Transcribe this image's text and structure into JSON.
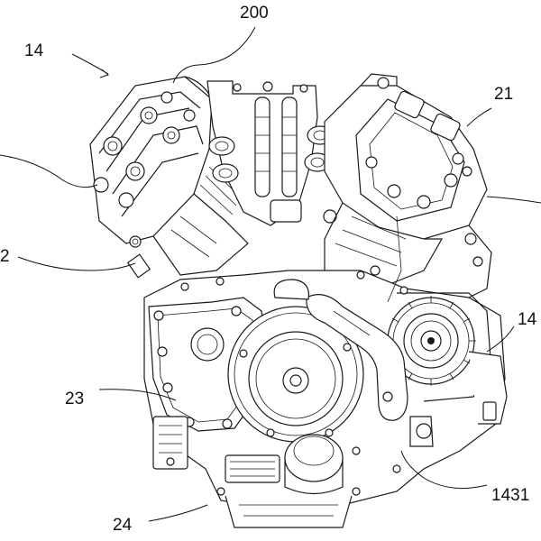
{
  "figure": {
    "labels": {
      "l200": "200",
      "l14a": "14",
      "l21": "21",
      "l2": "2",
      "l14b": "14",
      "l23": "23",
      "l1431": "1431",
      "l24": "24"
    }
  }
}
